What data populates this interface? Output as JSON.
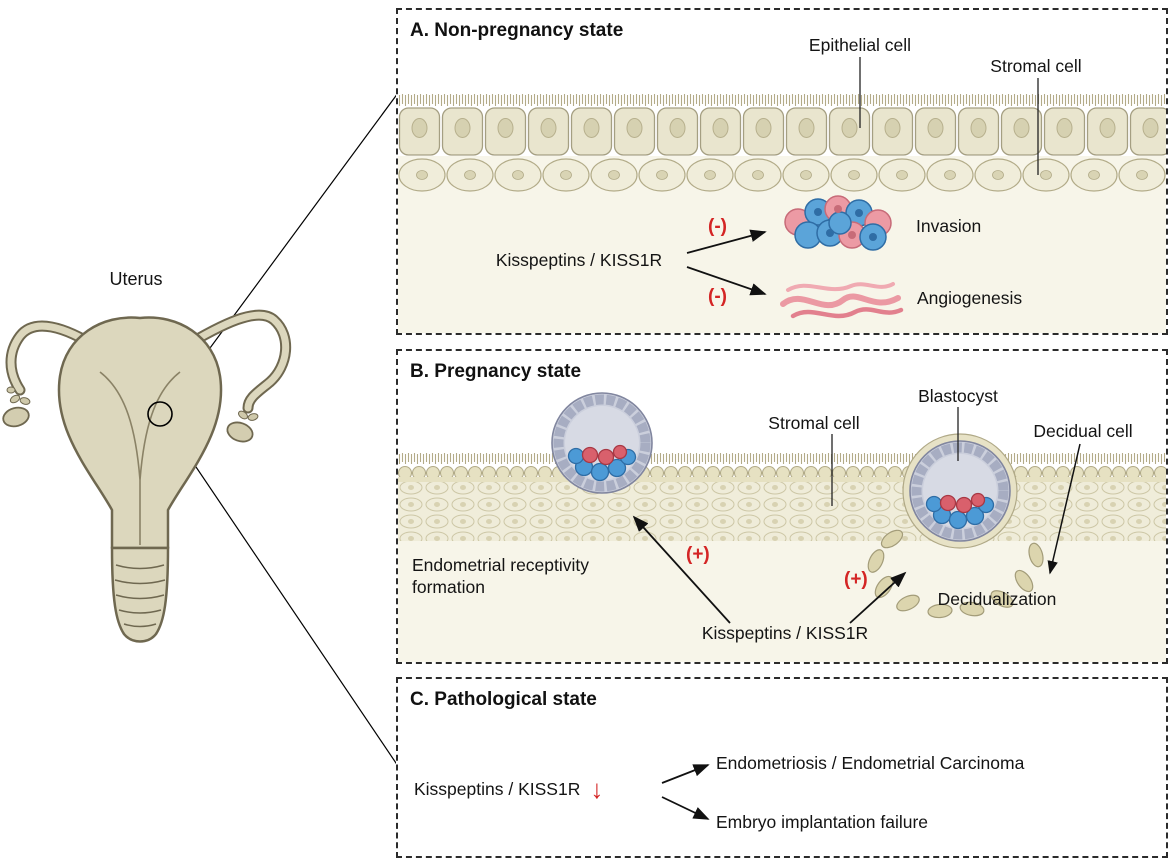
{
  "figure": {
    "uterus_label": "Uterus"
  },
  "colors": {
    "accent_red": "#d42525",
    "tissue_beige": "#dcd7bd",
    "tissue_outline": "#6f6850",
    "panel_border": "#2b2b2b",
    "cell_blue": "#4c9ad6",
    "cell_pink": "#ec9aa4",
    "background_cream": "#f7f5e9"
  },
  "panel_a": {
    "title": "A. Non-pregnancy state",
    "epithelial_label": "Epithelial cell",
    "stromal_label": "Stromal cell",
    "kisspeptins": "Kisspeptins / KISS1R",
    "inhibit_sign_1": "(-)",
    "inhibit_sign_2": "(-)",
    "invasion_label": "Invasion",
    "angiogenesis_label": "Angiogenesis"
  },
  "panel_b": {
    "title": "B. Pregnancy state",
    "stromal_label": "Stromal cell",
    "blastocyst_label": "Blastocyst",
    "decidual_label": "Decidual cell",
    "receptivity_label": "Endometrial receptivity formation",
    "plus_sign_1": "(+)",
    "plus_sign_2": "(+)",
    "decidualization_label": "Decidualization",
    "kisspeptins": "Kisspeptins / KISS1R"
  },
  "panel_c": {
    "title": "C. Pathological state",
    "kisspeptins": "Kisspeptins / KISS1R",
    "down_arrow": "↓",
    "outcome_1": "Endometriosis / Endometrial Carcinoma",
    "outcome_2": "Embryo implantation failure"
  }
}
